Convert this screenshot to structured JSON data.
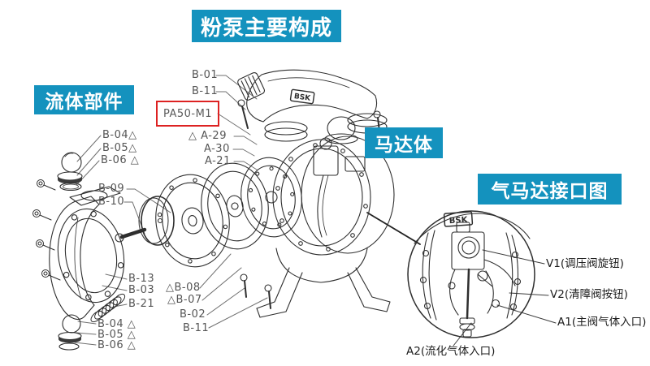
{
  "title": {
    "text": "粉泵主要构成"
  },
  "section_labels": {
    "fluid": {
      "text": "流体部件"
    },
    "motor": {
      "text": "马达体"
    },
    "air_interface": {
      "text": "气马达接口图"
    }
  },
  "highlight": {
    "text": "PA50-M1"
  },
  "badge": {
    "text": "BSK"
  },
  "part_labels": [
    {
      "id": "b-01",
      "text": "B-01"
    },
    {
      "id": "b-11-top",
      "text": "B-11"
    },
    {
      "id": "a-29",
      "text": "△ A-29"
    },
    {
      "id": "a-30",
      "text": "A-30"
    },
    {
      "id": "a-21",
      "text": "A-21"
    },
    {
      "id": "b-04-top",
      "text": "B-04△"
    },
    {
      "id": "b-05-top",
      "text": "B-05△"
    },
    {
      "id": "b-06-top",
      "text": "B-06 △"
    },
    {
      "id": "b-09",
      "text": "B-09"
    },
    {
      "id": "b-10",
      "text": "B-10"
    },
    {
      "id": "b-13",
      "text": "B-13"
    },
    {
      "id": "b-03",
      "text": "B-03"
    },
    {
      "id": "b-21",
      "text": "B-21"
    },
    {
      "id": "b-04-bottom",
      "text": "B-04 △"
    },
    {
      "id": "b-05-bottom",
      "text": "B-05 △"
    },
    {
      "id": "b-06-bottom",
      "text": "B-06 △"
    },
    {
      "id": "b-08",
      "text": "△B-08"
    },
    {
      "id": "b-07",
      "text": "△B-07"
    },
    {
      "id": "b-02",
      "text": "B-02"
    },
    {
      "id": "b-11-bottom",
      "text": "B-11"
    }
  ],
  "detail_labels": [
    {
      "id": "v1",
      "text": "V1(调压阀旋钮)"
    },
    {
      "id": "v2",
      "text": "V2(清障阀按钮)"
    },
    {
      "id": "a1",
      "text": "A1(主阀气体入口)"
    },
    {
      "id": "a2",
      "text": "A2(流化气体入口)"
    }
  ],
  "colors": {
    "accent_teal": "#1492be",
    "highlight_red": "#dd2222",
    "label_gray": "#555555",
    "detail_label_black": "#1c1c1c",
    "line_dark": "#2e2e2e",
    "leader_gray": "#6f6f6f",
    "text_white": "#ffffff"
  }
}
